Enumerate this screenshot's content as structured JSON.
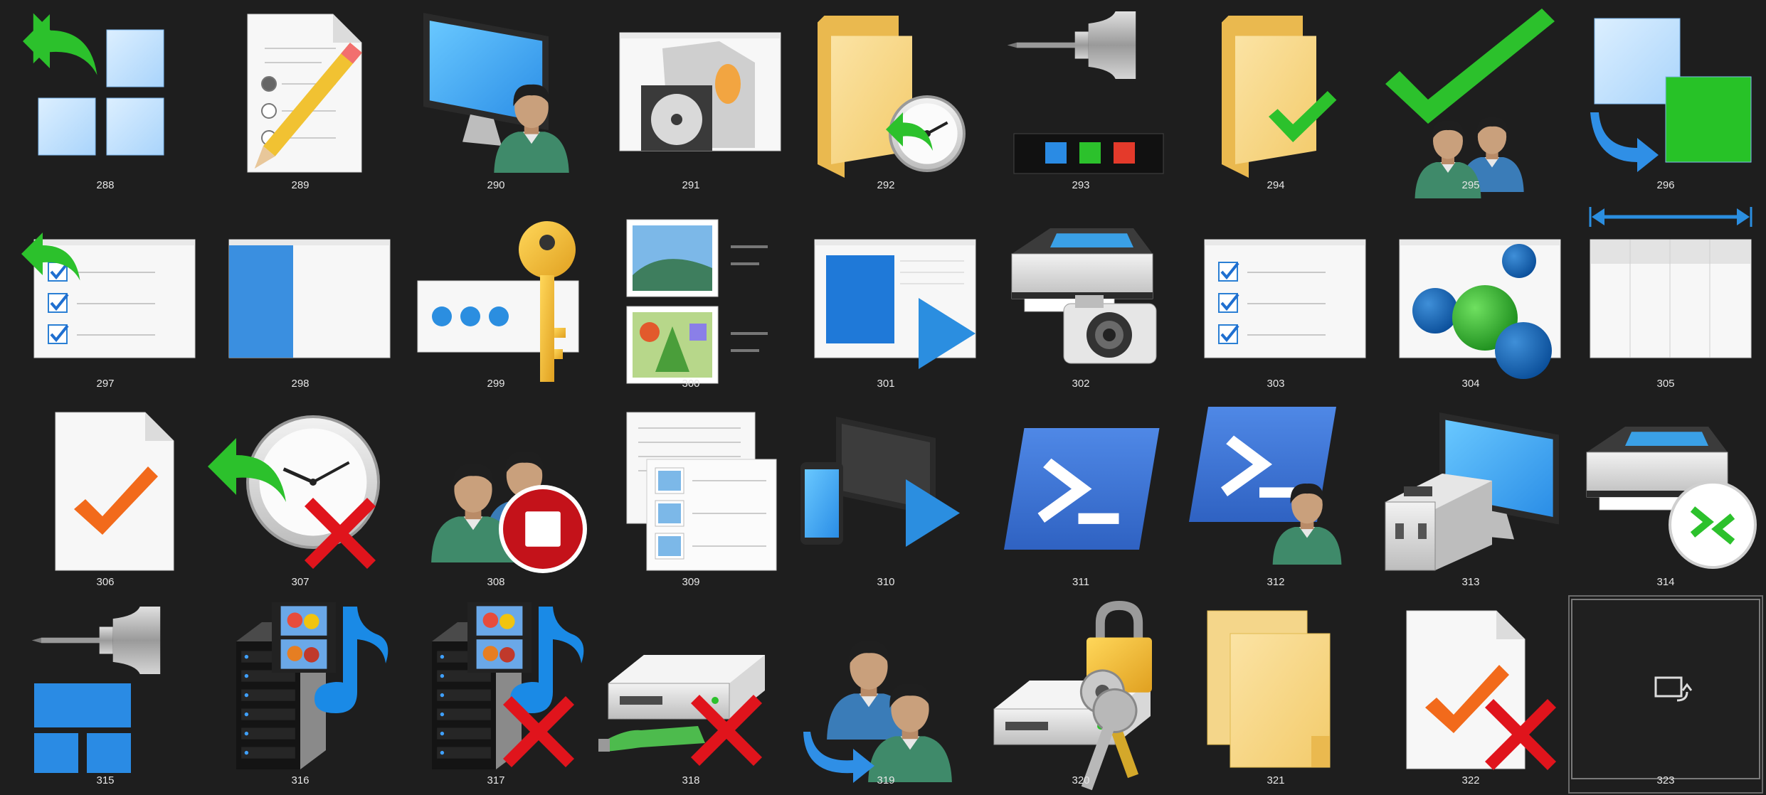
{
  "icons": [
    {
      "label": "288",
      "name": "undo-tiles-icon"
    },
    {
      "label": "289",
      "name": "document-edit-icon"
    },
    {
      "label": "290",
      "name": "remote-user-monitor-icon"
    },
    {
      "label": "291",
      "name": "software-install-icon"
    },
    {
      "label": "292",
      "name": "folder-history-icon"
    },
    {
      "label": "293",
      "name": "pin-taskbar-icon"
    },
    {
      "label": "294",
      "name": "folder-check-icon"
    },
    {
      "label": "295",
      "name": "users-check-icon"
    },
    {
      "label": "296",
      "name": "move-tile-icon"
    },
    {
      "label": "297",
      "name": "undo-checklist-icon"
    },
    {
      "label": "298",
      "name": "side-pane-window-icon"
    },
    {
      "label": "299",
      "name": "password-key-icon"
    },
    {
      "label": "300",
      "name": "image-list-icon"
    },
    {
      "label": "301",
      "name": "media-window-play-icon"
    },
    {
      "label": "302",
      "name": "printer-camera-icon"
    },
    {
      "label": "303",
      "name": "checklist-window-icon"
    },
    {
      "label": "304",
      "name": "bubbles-window-icon"
    },
    {
      "label": "305",
      "name": "column-width-icon"
    },
    {
      "label": "306",
      "name": "task-document-icon"
    },
    {
      "label": "307",
      "name": "clock-history-delete-icon"
    },
    {
      "label": "308",
      "name": "users-stop-icon"
    },
    {
      "label": "309",
      "name": "documents-images-icon"
    },
    {
      "label": "310",
      "name": "device-cast-play-icon"
    },
    {
      "label": "311",
      "name": "powershell-icon"
    },
    {
      "label": "312",
      "name": "powershell-user-icon"
    },
    {
      "label": "313",
      "name": "toolbox-monitor-icon"
    },
    {
      "label": "314",
      "name": "printer-connect-icon"
    },
    {
      "label": "315",
      "name": "pin-start-tiles-icon"
    },
    {
      "label": "316",
      "name": "media-server-icon"
    },
    {
      "label": "317",
      "name": "media-server-delete-icon"
    },
    {
      "label": "318",
      "name": "network-drive-disconnect-icon"
    },
    {
      "label": "319",
      "name": "users-switch-icon"
    },
    {
      "label": "320",
      "name": "drive-lock-key-icon"
    },
    {
      "label": "321",
      "name": "folders-icon"
    },
    {
      "label": "322",
      "name": "task-document-delete-icon"
    },
    {
      "label": "323",
      "name": "window-switch-icon"
    }
  ]
}
